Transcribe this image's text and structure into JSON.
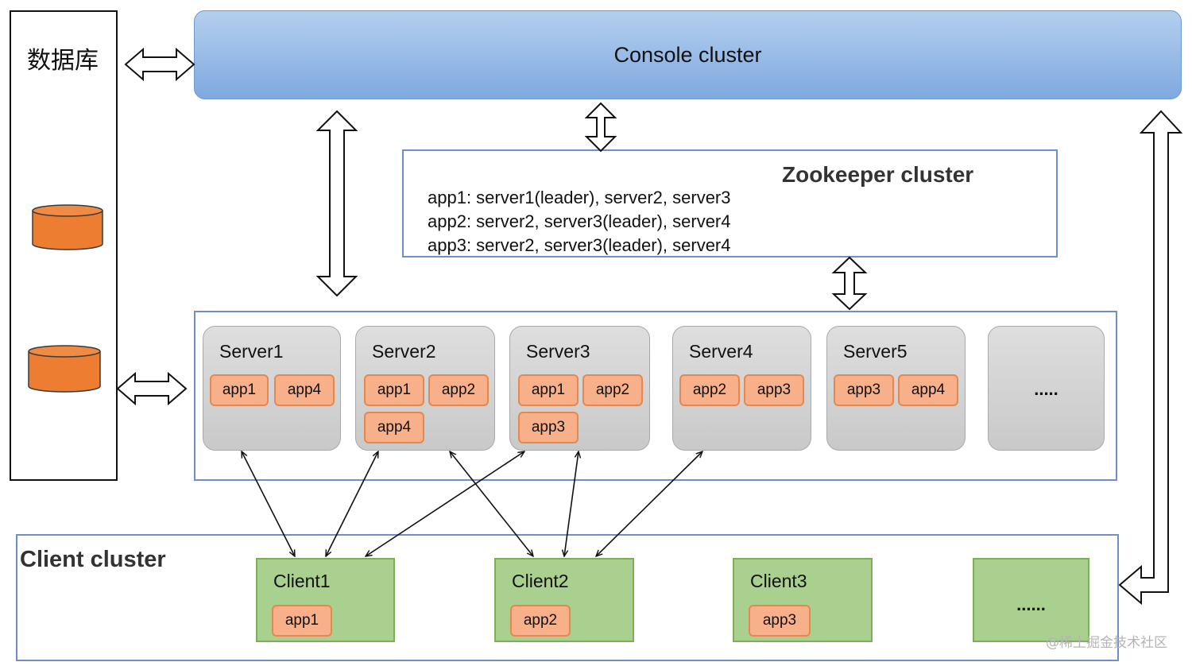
{
  "database": {
    "title": "数据库",
    "cylinder_color": "#ed7d31"
  },
  "console": {
    "title": "Console cluster",
    "color": "#9dbfe9"
  },
  "zookeeper": {
    "title": "Zookeeper cluster",
    "lines": [
      "app1: server1(leader), server2, server3",
      "app2: server2, server3(leader), server4",
      "app3: server2, server3(leader), server4"
    ]
  },
  "servers": [
    {
      "name": "Server1",
      "apps": [
        "app1",
        "app4"
      ]
    },
    {
      "name": "Server2",
      "apps": [
        "app1",
        "app2",
        "app4"
      ]
    },
    {
      "name": "Server3",
      "apps": [
        "app1",
        "app2",
        "app3"
      ]
    },
    {
      "name": "Server4",
      "apps": [
        "app2",
        "app3"
      ]
    },
    {
      "name": "Server5",
      "apps": [
        "app3",
        "app4"
      ]
    },
    {
      "name": "",
      "more": "....."
    }
  ],
  "client_cluster": {
    "title": "Client cluster",
    "clients": [
      {
        "name": "Client1",
        "apps": [
          "app1"
        ]
      },
      {
        "name": "Client2",
        "apps": [
          "app2"
        ]
      },
      {
        "name": "Client3",
        "apps": [
          "app3"
        ]
      },
      {
        "name": "",
        "more": "......"
      }
    ]
  },
  "colors": {
    "app_fill": "#f7b08a",
    "app_border": "#e6874f",
    "client_fill": "#a9d08e",
    "cluster_border": "#6f8fc6"
  },
  "watermark": "@稀土掘金技术社区"
}
